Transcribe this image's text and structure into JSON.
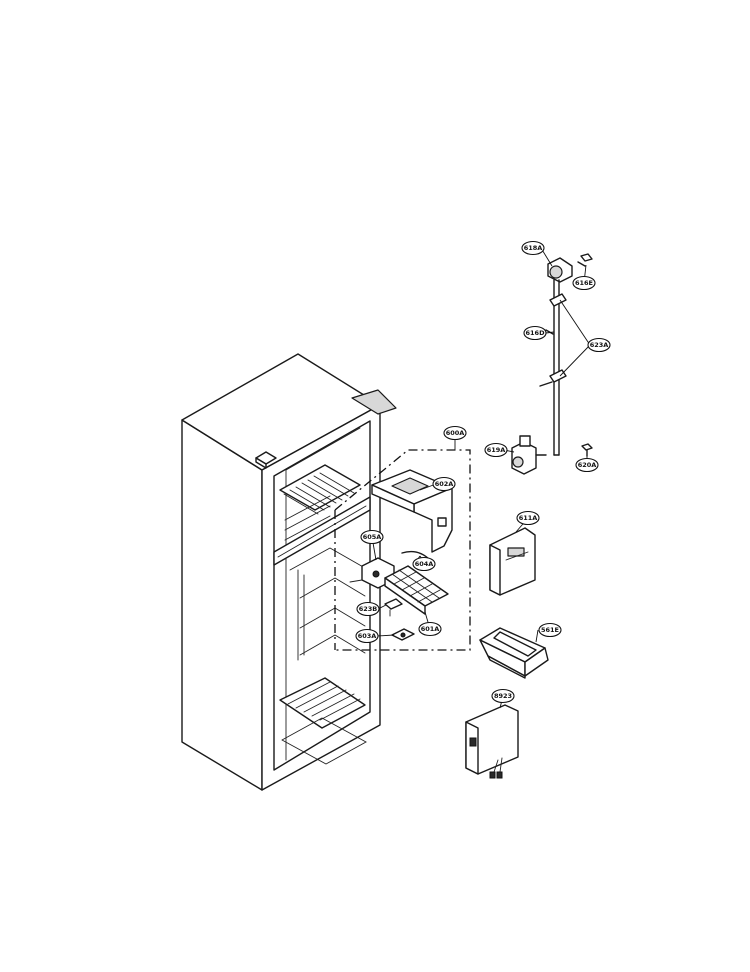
{
  "callouts": [
    {
      "id": "618A",
      "label": "618A"
    },
    {
      "id": "616E",
      "label": "616E"
    },
    {
      "id": "616D",
      "label": "616D"
    },
    {
      "id": "623A",
      "label": "623A"
    },
    {
      "id": "619A",
      "label": "619A"
    },
    {
      "id": "620A",
      "label": "620A"
    },
    {
      "id": "600A",
      "label": "600A"
    },
    {
      "id": "602A",
      "label": "602A"
    },
    {
      "id": "605A",
      "label": "605A"
    },
    {
      "id": "604A",
      "label": "604A"
    },
    {
      "id": "623B",
      "label": "623B"
    },
    {
      "id": "601A",
      "label": "601A"
    },
    {
      "id": "603A",
      "label": "603A"
    },
    {
      "id": "611A",
      "label": "611A"
    },
    {
      "id": "561E",
      "label": "561E"
    },
    {
      "id": "8923",
      "label": "8923"
    }
  ]
}
